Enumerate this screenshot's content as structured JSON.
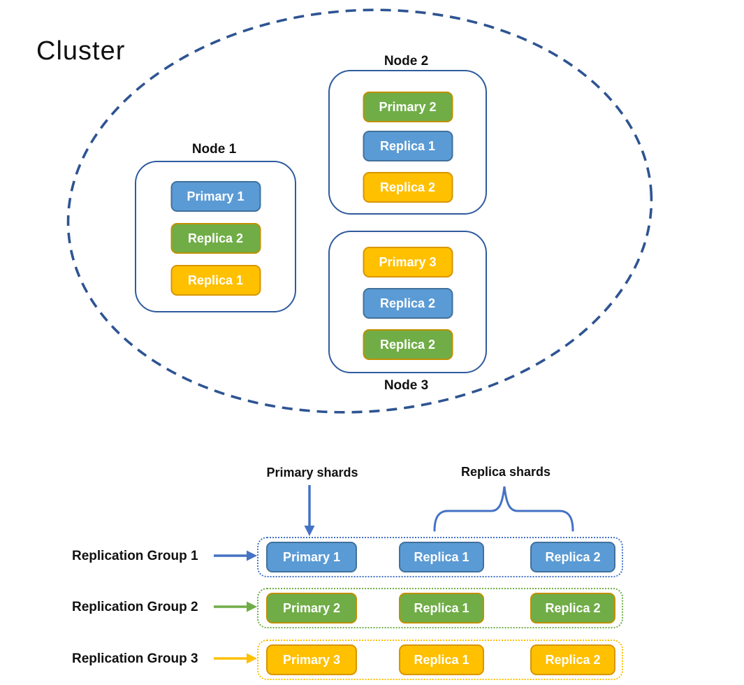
{
  "title": "Cluster",
  "palette": {
    "blue_fill": "#5B9BD5",
    "blue_border": "#41719C",
    "green_fill": "#70AD47",
    "green_border": "#BF9000",
    "yellow_fill": "#FFC000",
    "yellow_border": "#D79600",
    "ellipse_dash_color": "#2E5492",
    "node_border_color": "#2E5B9E",
    "annotation_arrow_color": "#4472C4"
  },
  "nodes": [
    {
      "label": "Node 1",
      "shards": [
        {
          "label": "Primary 1",
          "color": "blue"
        },
        {
          "label": "Replica 2",
          "color": "green"
        },
        {
          "label": "Replica 1",
          "color": "yellow"
        }
      ]
    },
    {
      "label": "Node 2",
      "shards": [
        {
          "label": "Primary 2",
          "color": "green"
        },
        {
          "label": "Replica 1",
          "color": "blue"
        },
        {
          "label": "Replica 2",
          "color": "yellow"
        }
      ]
    },
    {
      "label": "Node 3",
      "shards": [
        {
          "label": "Primary 3",
          "color": "yellow"
        },
        {
          "label": "Replica 2",
          "color": "blue"
        },
        {
          "label": "Replica 2",
          "color": "green"
        }
      ]
    }
  ],
  "annotations": {
    "primary_shards": "Primary shards",
    "replica_shards": "Replica shards"
  },
  "groups": [
    {
      "label": "Replication Group 1",
      "color": "blue",
      "shards": [
        {
          "label": "Primary 1"
        },
        {
          "label": "Replica 1"
        },
        {
          "label": "Replica 2"
        }
      ]
    },
    {
      "label": "Replication Group 2",
      "color": "green",
      "shards": [
        {
          "label": "Primary 2"
        },
        {
          "label": "Replica 1"
        },
        {
          "label": "Replica 2"
        }
      ]
    },
    {
      "label": "Replication Group 3",
      "color": "yellow",
      "shards": [
        {
          "label": "Primary 3"
        },
        {
          "label": "Replica 1"
        },
        {
          "label": "Replica 2"
        }
      ]
    }
  ]
}
